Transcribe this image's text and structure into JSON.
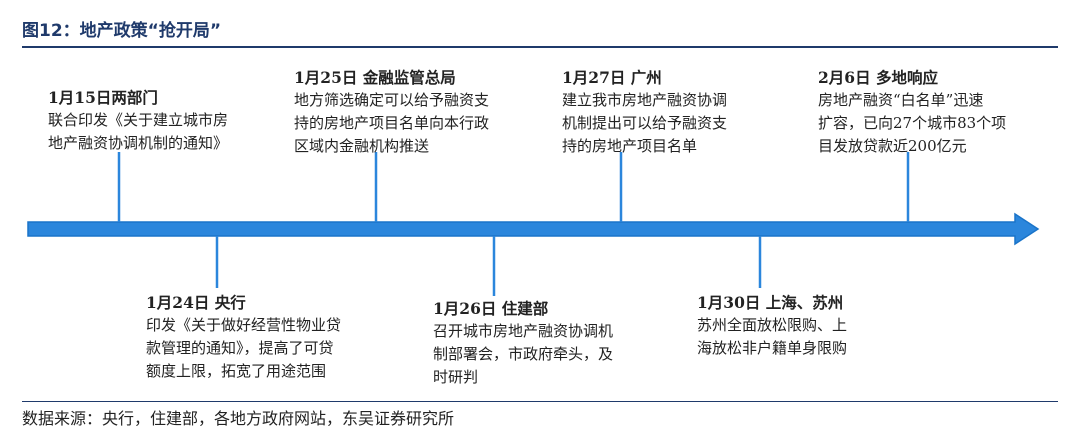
{
  "title": "图12：地产政策“抢开局”",
  "source": "数据来源：央行，住建部，各地方政府网站，东吴证券研究所",
  "colors": {
    "axis": "#1a74c9",
    "axis_fill": "#2b86dc",
    "title": "#1f3a6b"
  },
  "events": [
    {
      "date": "1月15日",
      "org": "两部门",
      "lines": [
        "联合印发《关于建立城市房",
        "地产融资协调机制的通知》"
      ]
    },
    {
      "date": "1月24日",
      "org": "央行",
      "lines": [
        "印发《关于做好经营性物业贷",
        "款管理的通知》，提高了可贷",
        "额度上限，拓宽了用途范围"
      ]
    },
    {
      "date": "1月25日",
      "org": "金融监管总局",
      "lines": [
        "地方筛选确定可以给予融资支",
        "持的房地产项目名单向本行政",
        "区域内金融机构推送"
      ]
    },
    {
      "date": "1月26日",
      "org": "住建部",
      "lines": [
        "召开城市房地产融资协调机",
        "制部署会，市政府牵头，及",
        "时研判"
      ]
    },
    {
      "date": "1月27日",
      "org": "广州",
      "lines": [
        "建立我市房地产融资协调",
        "机制提出可以给予融资支",
        "持的房地产项目名单"
      ]
    },
    {
      "date": "1月30日",
      "org": "上海、苏州",
      "lines": [
        "苏州全面放松限购、上",
        "海放松非户籍单身限购"
      ]
    },
    {
      "date": "2月6日",
      "org": "多地响应",
      "lines": [
        "房地产融资“白名单”迅速",
        "扩容，已向27个城市83个项",
        "目发放贷款近200亿元"
      ]
    }
  ]
}
